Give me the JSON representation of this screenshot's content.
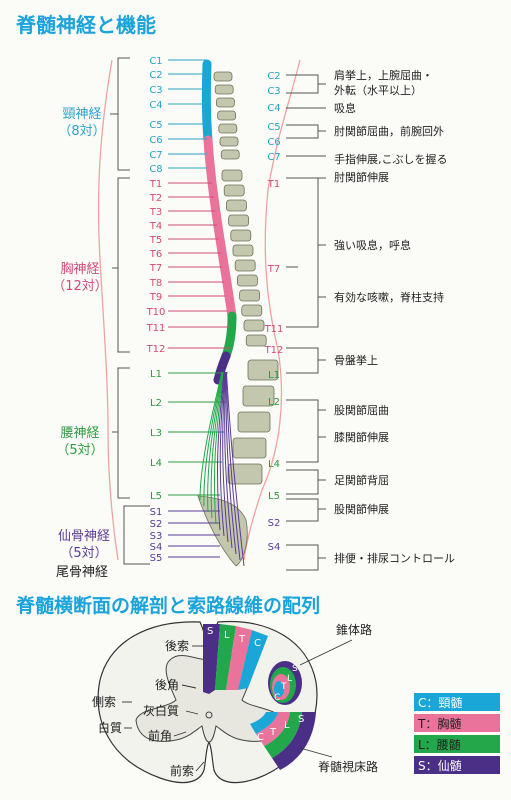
{
  "title1": "脊髄神経と機能",
  "title2": "脊髄横断面の解剖と索路線維の配列",
  "colors": {
    "cervical": "#1aa7d8",
    "thoracic": "#e9739a",
    "lumbar": "#22a84b",
    "sacral": "#4b2e86",
    "title": "#1ba3dc",
    "text": "#1f1f1f",
    "bracket": "#555555",
    "cyan_label": "#2aa3c8",
    "pink_label": "#d24a78",
    "green_label": "#2c9b3f",
    "purple_label": "#5b3a96"
  },
  "left_groups": [
    {
      "id": "cervical",
      "name": "頸神経",
      "count": "（8対）"
    },
    {
      "id": "thoracic",
      "name": "胸神経",
      "count": "（12対）"
    },
    {
      "id": "lumbar",
      "name": "腰神経",
      "count": "（5対）"
    },
    {
      "id": "sacral",
      "name": "仙骨神経",
      "count": "（5対）"
    }
  ],
  "coccygeal": "尾骨神経",
  "left_labels": [
    "C1",
    "C2",
    "C3",
    "C4",
    "C5",
    "C6",
    "C7",
    "C8",
    "T1",
    "T2",
    "T3",
    "T4",
    "T5",
    "T6",
    "T7",
    "T8",
    "T9",
    "T10",
    "T11",
    "T12",
    "L1",
    "L2",
    "L3",
    "L4",
    "L5",
    "S1",
    "S2",
    "S3",
    "S4",
    "S5"
  ],
  "right_levels": [
    "C2",
    "C3",
    "C4",
    "C5",
    "C6",
    "C7",
    "T1",
    "T7",
    "T11",
    "T12",
    "L1",
    "L2",
    "L4",
    "L5",
    "S2",
    "S4"
  ],
  "functions": [
    "肩挙上，上腕屈曲・",
    "外転（水平以上）",
    "吸息",
    "肘関節屈曲，前腕回外",
    "手指伸展,こぶしを握る",
    "肘関節伸展",
    "強い吸息，呼息",
    "有効な咳嗽，脊柱支持",
    "骨盤挙上",
    "股関節屈曲",
    "膝関節伸展",
    "足関節背屈",
    "股関節伸展",
    "排便・排尿コントロール"
  ],
  "cross_section": {
    "labels": [
      "後索",
      "後角",
      "側索",
      "灰白質",
      "白質",
      "前角",
      "前索"
    ],
    "tract_letters_dorsal": [
      "S",
      "L",
      "T",
      "C"
    ],
    "tract_letters_pyramidal": [
      "C",
      "T",
      "L",
      "S"
    ],
    "tract_letters_spinothalamic": [
      "C",
      "T",
      "L",
      "S"
    ],
    "pyramidal_tract": "錐体路",
    "spinothalamic_tract": "脊髄視床路"
  },
  "legend": [
    {
      "letter": "C",
      "text": "頸髄",
      "color": "#1aa7d8"
    },
    {
      "letter": "T",
      "text": "胸髄",
      "color": "#e9739a"
    },
    {
      "letter": "L",
      "text": "腰髄",
      "color": "#22a84b"
    },
    {
      "letter": "S",
      "text": "仙髄",
      "color": "#4b2e86"
    }
  ],
  "legend_sep": "："
}
